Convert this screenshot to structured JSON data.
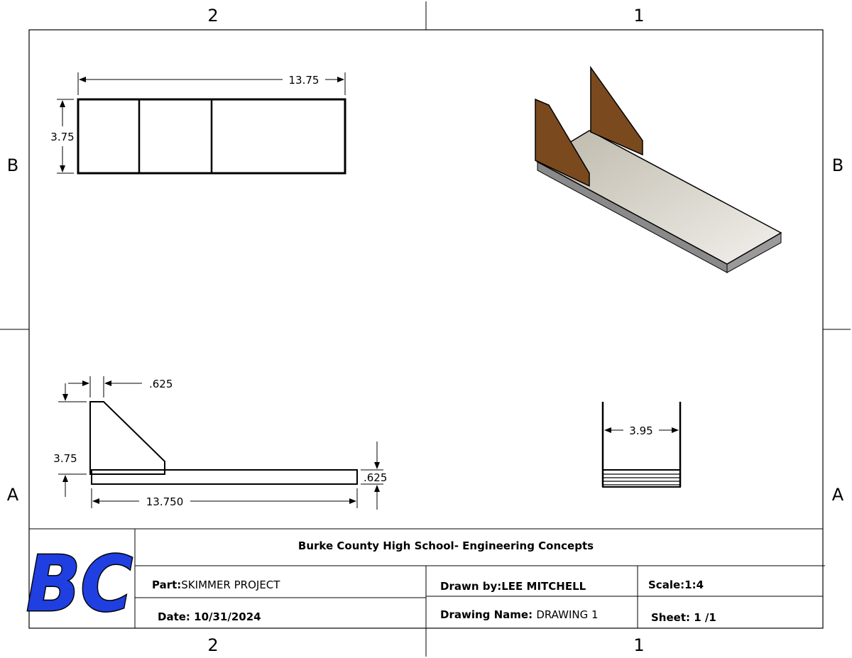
{
  "zones": {
    "top_left": "2",
    "top_right": "1",
    "bottom_left": "2",
    "bottom_right": "1",
    "left_upper": "B",
    "left_lower": "A",
    "right_upper": "B",
    "right_lower": "A"
  },
  "dimensions": {
    "top_length": "13.75",
    "top_height": "3.75",
    "side_fin_width": ".625",
    "side_height": "3.75",
    "side_thickness": ".625",
    "side_length": "13.750",
    "front_width": "3.95"
  },
  "title_block": {
    "school": "Burke County High School- Engineering Concepts",
    "part_label": "Part:",
    "part_value": "SKIMMER PROJECT",
    "drawn_label": "Drawn by:",
    "drawn_value": "LEE MITCHELL",
    "scale_label": "Scale:",
    "scale_value": "1:4",
    "date_label": "Date: ",
    "date_value": "10/31/2024",
    "drawing_label": "Drawing Name: ",
    "drawing_value": "DRAWING 1",
    "sheet_label": "Sheet: ",
    "sheet_value": "1 /1"
  },
  "logo_text": "BC",
  "colors": {
    "logo_blue": "#1f3fe0",
    "fin_brown": "#7a4a1e",
    "deck_gray": "#c9c4b8",
    "edge_gray": "#8a8a8a"
  }
}
